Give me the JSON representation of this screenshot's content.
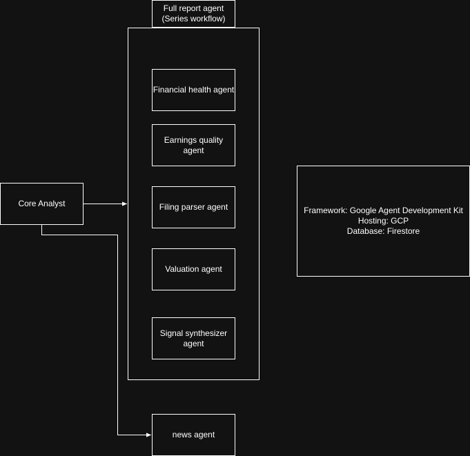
{
  "diagram": {
    "colors": {
      "background": "#121212",
      "stroke": "#ffffff",
      "text": "#ffffff"
    },
    "workflow": {
      "label": "Full report agent\n(Series workflow)"
    },
    "core": {
      "label": "Core Analyst"
    },
    "agents": [
      {
        "label": "Financial health agent"
      },
      {
        "label": "Earnings quality\nagent"
      },
      {
        "label": "Filing parser agent"
      },
      {
        "label": "Valuation agent"
      },
      {
        "label": "Signal synthesizer\nagent"
      }
    ],
    "news": {
      "label": "news agent"
    },
    "info": {
      "label": "Framework: Google Agent Development Kit\nHosting: GCP\nDatabase: Firestore"
    }
  }
}
